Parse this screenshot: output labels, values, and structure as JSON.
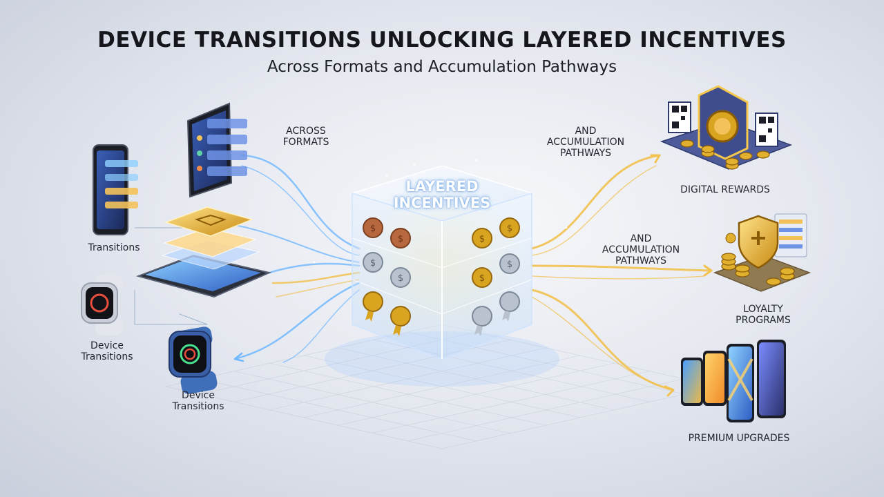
{
  "header": {
    "title": "DEVICE TRANSITIONS UNLOCKING LAYERED INCENTIVES",
    "subtitle": "Across Formats and Accumulation Pathways"
  },
  "center": {
    "label_line1": "LAYERED",
    "label_line2": "INCENTIVES"
  },
  "left_labels": {
    "phone": "Transitions",
    "watch1_line1": "Device",
    "watch1_line2": "Transitions",
    "watch2_line1": "Device",
    "watch2_line2": "Transitions"
  },
  "flow_labels": {
    "across_line1": "ACROSS",
    "across_line2": "FORMATS",
    "upper_line1": "AND",
    "upper_line2": "ACCUMULATION",
    "upper_line3": "PATHWAYS",
    "middle_line1": "AND",
    "middle_line2": "ACCUMULATION",
    "middle_line3": "PATHWAYS"
  },
  "right_labels": {
    "digital": "DIGITAL REWARDS",
    "loyalty_line1": "LOYALTY",
    "loyalty_line2": "PROGRAMS",
    "premium": "PREMIUM UPGRADES"
  },
  "colors": {
    "blue_flow": "#6fb7ff",
    "gold_flow": "#f2c14e",
    "coin_gold": "#d9a521",
    "coin_bronze": "#b8683f",
    "coin_silver": "#b9c2cf"
  }
}
